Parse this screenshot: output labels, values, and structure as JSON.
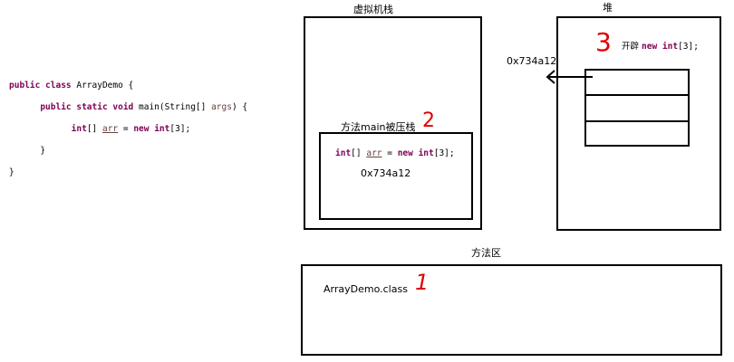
{
  "code": {
    "line1_kw": "public class",
    "line1_rest": " ArrayDemo {",
    "line2_kw": "public static void",
    "line2_rest": " main(String[] ",
    "line2_args": "args",
    "line2_end": ") {",
    "line3_kw1": "int",
    "line3_a": "[] ",
    "line3_var": "arr",
    "line3_b": " = ",
    "line3_kw2": "new int",
    "line3_c": "[3];",
    "line4": "}",
    "line5": "}"
  },
  "stack": {
    "title": "虚拟机栈",
    "frame_title": "方法main被压栈",
    "frame_kw1": "int",
    "frame_a": "[] ",
    "frame_var": "arr",
    "frame_b": " = ",
    "frame_kw2": "new int",
    "frame_c": "[3];",
    "frame_addr": "0x734a12"
  },
  "heap": {
    "title": "堆",
    "open_label": "开辟 ",
    "open_kw": "new int",
    "open_rest": "[3];",
    "addr": "0x734a12"
  },
  "method_area": {
    "title": "方法区",
    "class_name": "ArrayDemo.class"
  },
  "annotations": {
    "step_color": "#e00000",
    "step1": "1",
    "step2": "2",
    "step3": "3"
  }
}
